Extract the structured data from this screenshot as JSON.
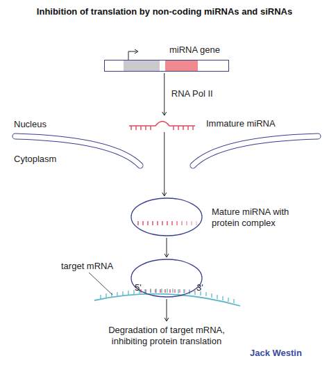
{
  "diagram": {
    "title": "Inhibition of translation by non-coding miRNAs and siRNAs",
    "nodes": [
      {
        "text": [
          "miRNA gene"
        ]
      },
      {
        "text": [
          "Immature miRNA"
        ]
      },
      {
        "text": [
          "Mature miRNA with protein complex"
        ]
      },
      {
        "text": [
          "5'",
          "3'"
        ]
      }
    ],
    "edges": [
      {
        "from": 0,
        "to": 1,
        "label": "RNA Pol II",
        "arrow": "to"
      },
      {
        "from": 1,
        "to": 2,
        "arrow": "to"
      },
      {
        "from": 2,
        "to": 3,
        "arrow": "to"
      }
    ],
    "labels": [
      "Nucleus",
      "Cytoplasm",
      "target mRNA",
      "Degradation of target mRNA, inhibiting protein translation",
      "Jack Westin"
    ]
  }
}
